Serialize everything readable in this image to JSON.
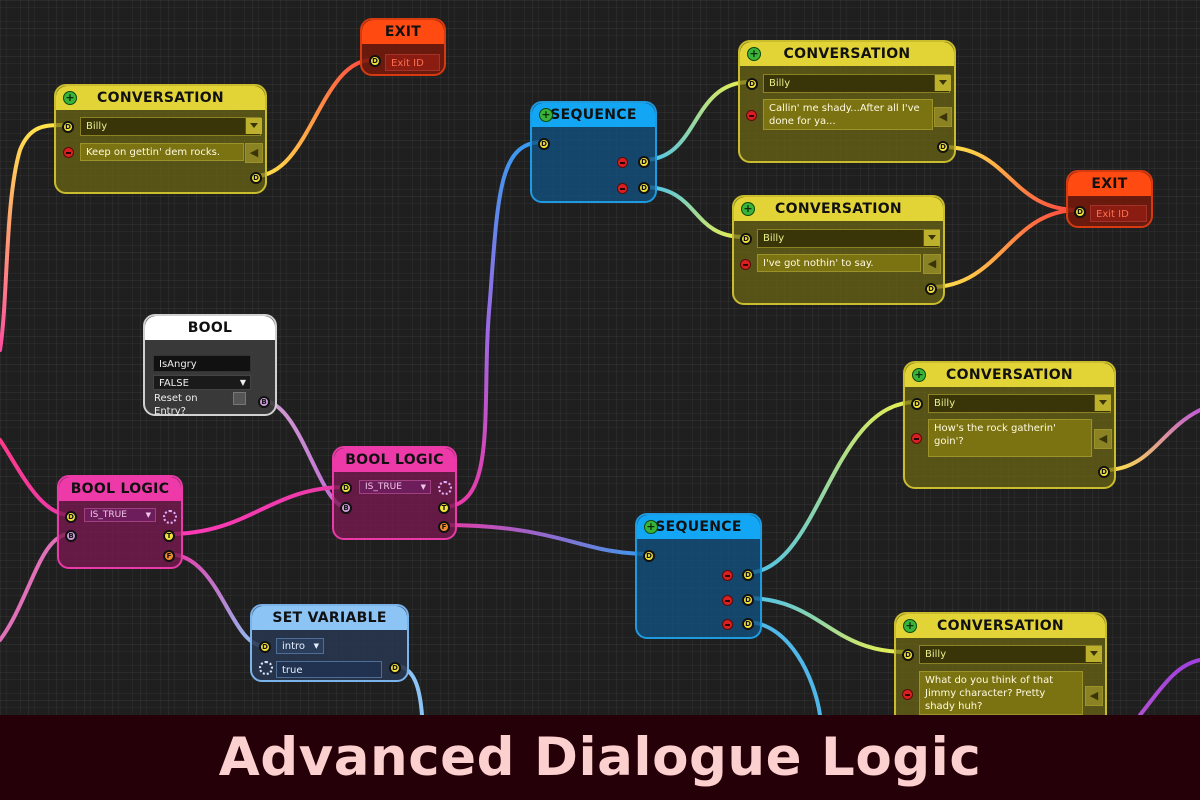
{
  "nodes": {
    "exit_top": {
      "title": "EXIT",
      "field": "Exit ID"
    },
    "conv_left": {
      "title": "CONVERSATION",
      "speaker": "Billy",
      "text": "Keep on gettin' dem rocks."
    },
    "seq_top": {
      "title": "SEQUENCE"
    },
    "conv_top_right": {
      "title": "CONVERSATION",
      "speaker": "Billy",
      "text": "Callin' me shady...After all I've done for ya..."
    },
    "conv_mid_right": {
      "title": "CONVERSATION",
      "speaker": "Billy",
      "text": "I've got nothin' to say."
    },
    "exit_right": {
      "title": "EXIT",
      "field": "Exit ID"
    },
    "bool": {
      "title": "BOOL",
      "name_value": "IsAngry",
      "select_value": "FALSE",
      "checkbox_label": "Reset on Entry?"
    },
    "bool_logic_center": {
      "title": "BOOL LOGIC",
      "select_value": "IS_TRUE"
    },
    "bool_logic_left": {
      "title": "BOOL LOGIC",
      "select_value": "IS_TRUE"
    },
    "conv_right_3": {
      "title": "CONVERSATION",
      "speaker": "Billy",
      "text": "How's the rock gatherin' goin'?"
    },
    "seq_bottom": {
      "title": "SEQUENCE"
    },
    "set_variable": {
      "title": "SET VARIABLE",
      "variable": "intro",
      "value": "true"
    },
    "conv_bottom": {
      "title": "CONVERSATION",
      "speaker": "Billy",
      "text": "What do you think of that Jimmy character? Pretty shady huh?"
    }
  },
  "port_labels": {
    "dialogue": "D",
    "bool": "B",
    "true": "T",
    "false": "F"
  },
  "banner": {
    "title": "Advanced Dialogue Logic"
  },
  "colors": {
    "conversation": "#e2d337",
    "exit": "#ff4a12",
    "sequence": "#12a6f4",
    "bool": "#ffffff",
    "bool_logic": "#ee3aa9",
    "set_variable": "#8cc4f6",
    "banner_bg": "#260008",
    "banner_text": "#fdd0d0"
  }
}
